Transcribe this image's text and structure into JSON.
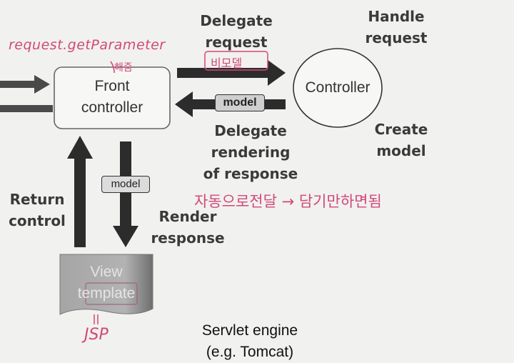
{
  "diagram": {
    "front_controller": "Front\ncontroller",
    "controller": "Controller",
    "view_template": "View\ntemplate",
    "model_top": "model",
    "model_side": "model",
    "delegate_request": "Delegate\nrequest",
    "handle_request": "Handle\nrequest",
    "delegate_rendering": "Delegate\nrendering\nof response",
    "create_model": "Create\nmodel",
    "return_control": "Return\ncontrol",
    "render_response": "Render\nresponse",
    "servlet_engine": "Servlet engine\n(e.g. Tomcat)"
  },
  "annotations": {
    "request_getparameter": "request.getParameter",
    "handwritten_1": "해줌",
    "handwritten_2": "비모델",
    "handwritten_3": "자동으로전달 → 담기만하면됨",
    "jsp": "JSP"
  },
  "colors": {
    "background": "#f1f1ef",
    "arrow": "#2c2c2c",
    "handwriting": "#d2487a",
    "view_fill": "#a9a9a9"
  }
}
